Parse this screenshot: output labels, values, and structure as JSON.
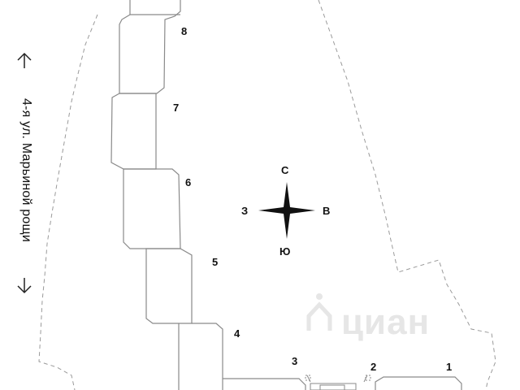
{
  "street": {
    "label": "4-я ул. Марьиной рощи",
    "arrow_top_icon": "arrow-up-icon",
    "arrow_bottom_icon": "arrow-down-icon"
  },
  "compass": {
    "north": "С",
    "south": "Ю",
    "west": "З",
    "east": "В",
    "icon": "compass-rose-icon"
  },
  "buildings": [
    {
      "number": "8"
    },
    {
      "number": "7"
    },
    {
      "number": "6"
    },
    {
      "number": "5"
    },
    {
      "number": "4"
    },
    {
      "number": "3"
    },
    {
      "number": "2"
    },
    {
      "number": "1"
    }
  ],
  "watermark": {
    "text": "циан",
    "icon": "cian-logo-icon"
  },
  "colors": {
    "outline": "#8a8a8a",
    "boundary": "#9a9a9a",
    "text": "#111111",
    "watermark": "#e6e6e6"
  }
}
